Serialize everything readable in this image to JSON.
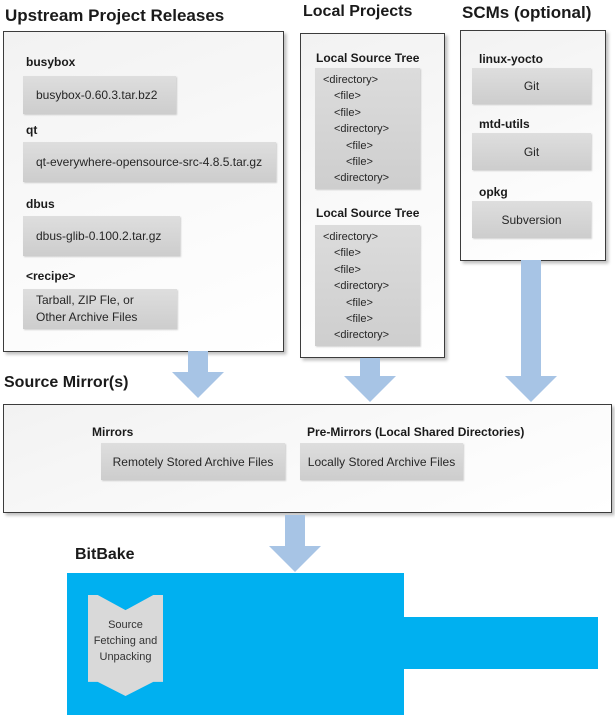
{
  "colors": {
    "bitbake_blue": "#00b0f0",
    "arrow_blue": "#a7c4e5",
    "panel_border": "#3c3c3c",
    "inner_box_gray": "#d6d6d6"
  },
  "panels": {
    "upstream": {
      "title": "Upstream Project Releases",
      "items": [
        {
          "label": "busybox",
          "box": "busybox-0.60.3.tar.bz2"
        },
        {
          "label": "qt",
          "box": "qt-everywhere-opensource-src-4.8.5.tar.gz"
        },
        {
          "label": "dbus",
          "box": "dbus-glib-0.100.2.tar.gz"
        },
        {
          "label": "<recipe>",
          "box_lines": [
            "Tarball, ZIP Fle, or",
            "Other Archive Files"
          ]
        }
      ]
    },
    "local": {
      "title": "Local Projects",
      "tree_label": "Local Source Tree",
      "tree_lines": [
        {
          "text": "<directory>",
          "indent": 0
        },
        {
          "text": "<file>",
          "indent": 1
        },
        {
          "text": "<file>",
          "indent": 1
        },
        {
          "text": "<directory>",
          "indent": 1
        },
        {
          "text": "<file>",
          "indent": 2
        },
        {
          "text": "<file>",
          "indent": 2
        },
        {
          "text": "<directory>",
          "indent": 1
        }
      ]
    },
    "scms": {
      "title": "SCMs (optional)",
      "items": [
        {
          "label": "linux-yocto",
          "box": "Git"
        },
        {
          "label": "mtd-utils",
          "box": "Git"
        },
        {
          "label": "opkg",
          "box": "Subversion"
        }
      ]
    },
    "mirrors": {
      "title": "Source Mirror(s)",
      "items": [
        {
          "label": "Mirrors",
          "box": "Remotely Stored Archive Files"
        },
        {
          "label": "Pre-Mirrors (Local Shared Directories)",
          "box": "Locally Stored Archive Files"
        }
      ]
    },
    "bitbake": {
      "title": "BitBake",
      "callout_lines": [
        "Source",
        "Fetching and",
        "Unpacking"
      ]
    }
  }
}
